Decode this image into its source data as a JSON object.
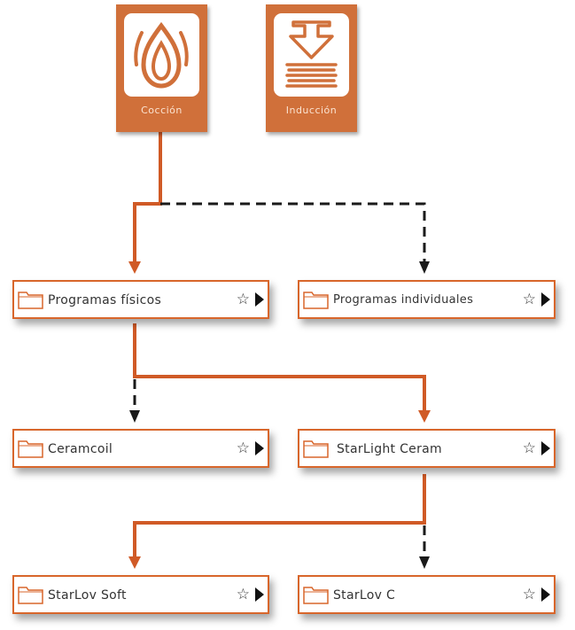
{
  "tiles": {
    "coccion": {
      "label": "Cocción"
    },
    "induccion": {
      "label": "Inducción"
    }
  },
  "nodes": {
    "programas_fisicos": {
      "label": "Programas físicos"
    },
    "programas_individuales": {
      "label": "Programas individuales"
    },
    "ceramcoil": {
      "label": "Ceramcoil"
    },
    "starlight_ceram": {
      "label": "StarLight Ceram"
    },
    "starlov_soft": {
      "label": "StarLov Soft"
    },
    "starlov_c": {
      "label": "StarLov C"
    }
  },
  "icons": {
    "favorite": "☆"
  },
  "colors": {
    "accent": "#d0703a",
    "connector": "#d05a26",
    "dashed_connector": "#1a1a1a",
    "border": "#d8662b"
  }
}
